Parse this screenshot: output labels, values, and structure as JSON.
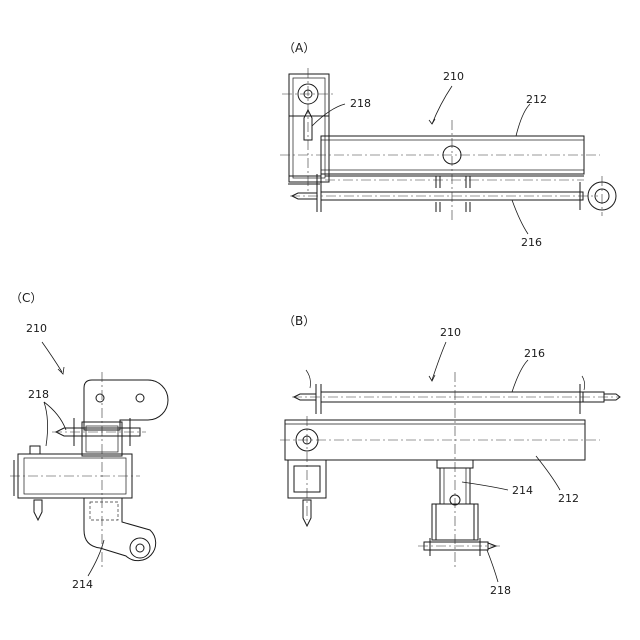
{
  "views": {
    "a": {
      "label": "（A）"
    },
    "b": {
      "label": "（B）"
    },
    "c": {
      "label": "（C）"
    }
  },
  "refs": {
    "a_210": "210",
    "a_212": "212",
    "a_216": "216",
    "a_218": "218",
    "b_210": "210",
    "b_216": "216",
    "b_212": "212",
    "b_214": "214",
    "b_218": "218",
    "c_210": "210",
    "c_218": "218",
    "c_214": "214"
  }
}
